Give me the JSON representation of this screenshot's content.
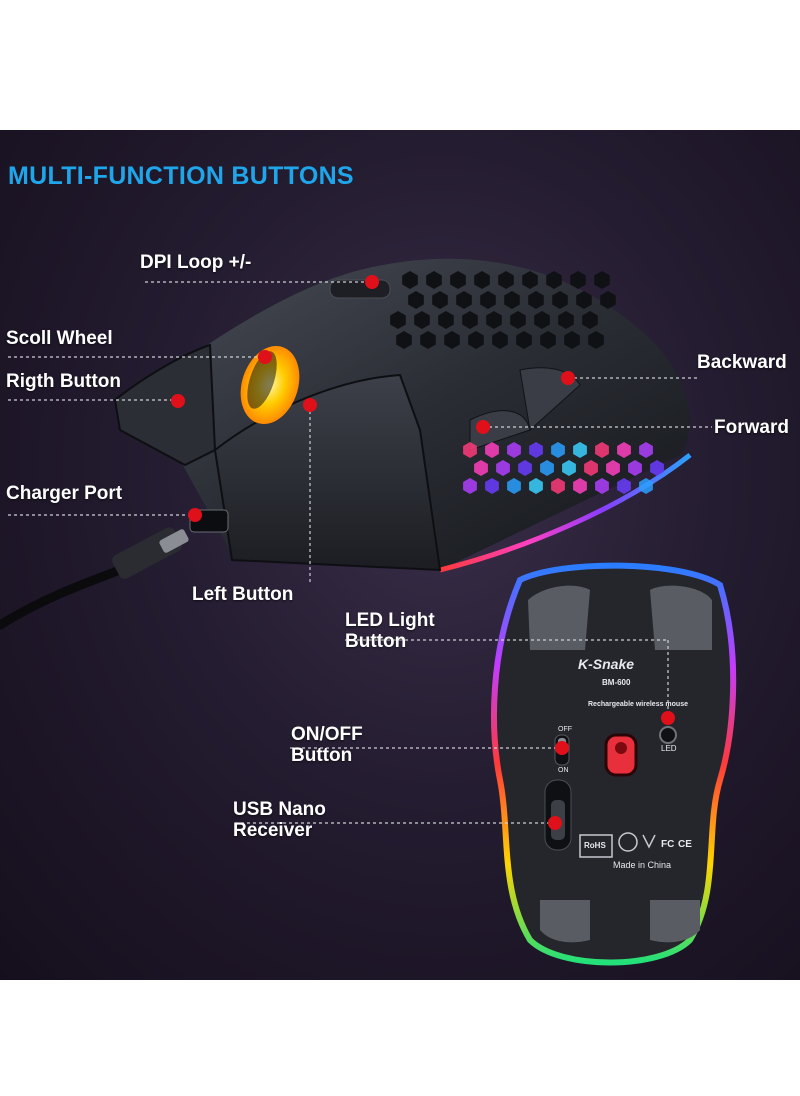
{
  "headline": "MULTI-FUNCTION BUTTONS",
  "callouts": {
    "dpi_loop": "DPI Loop +/-",
    "scroll_wheel": "Scoll Wheel",
    "right_button": "Rigth Button",
    "charger_port": "Charger Port",
    "left_button": "Left Button",
    "backward": "Backward",
    "forward": "Forward",
    "led_light_button": [
      "LED Light",
      "Button"
    ],
    "on_off_button": [
      "ON/OFF",
      "Button"
    ],
    "usb_nano_receiver": [
      "USB Nano",
      "Receiver"
    ]
  },
  "underside": {
    "brand": "K-Snake",
    "model": "BM-600",
    "description": "Rechargeable wireless mouse",
    "switch_off": "OFF",
    "switch_on": "ON",
    "led_label": "LED",
    "cert_marks": [
      "RoHS",
      "FC",
      "CE"
    ],
    "origin": "Made in China"
  },
  "colors": {
    "headline": "#1fa6ea",
    "callout_dot": "#e0101a",
    "label_text": "#ffffff"
  }
}
